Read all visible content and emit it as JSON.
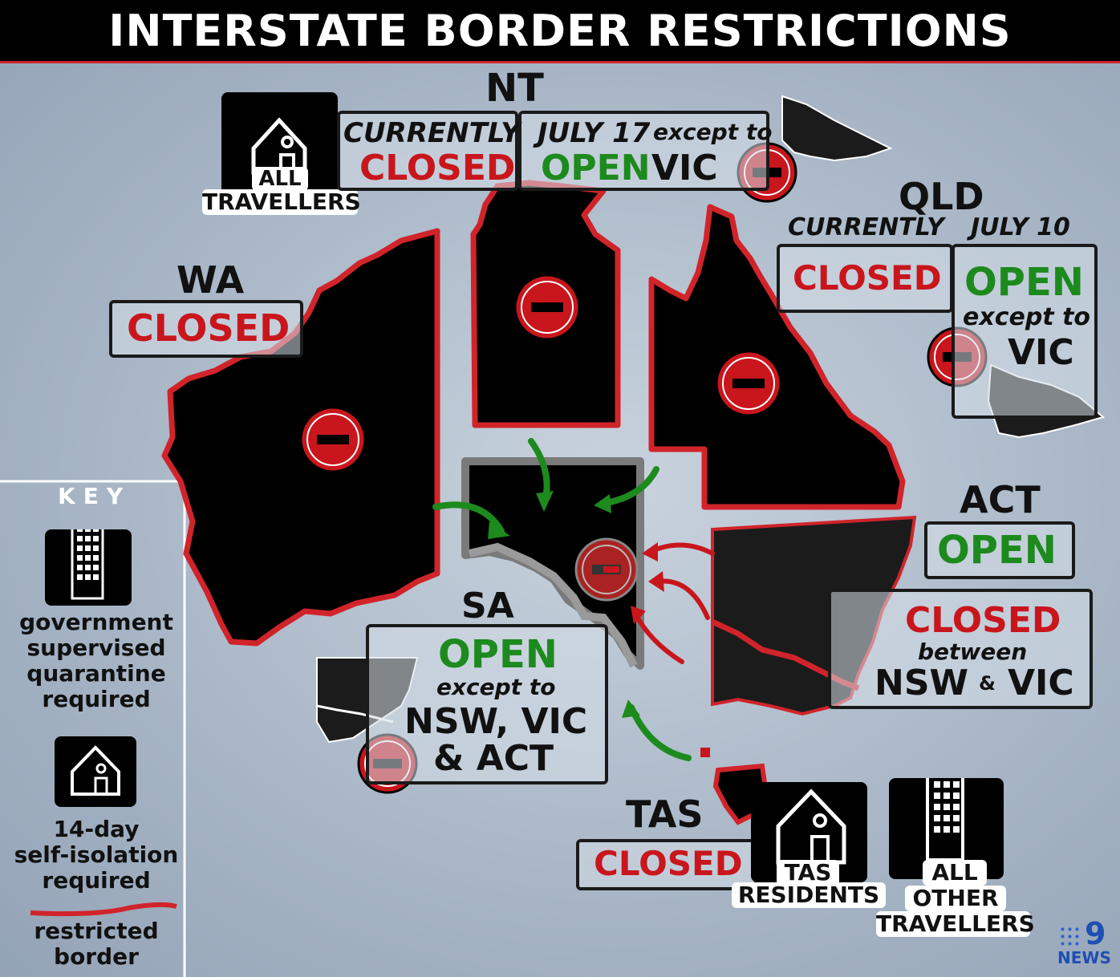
{
  "title": "INTERSTATE BORDER RESTRICTIONS",
  "colors": {
    "closed_red": "#c8161c",
    "open_green": "#1d8a1d",
    "state_fill": "#000000",
    "background": "#a9b7c7"
  },
  "nt": {
    "name": "NT",
    "currently_label": "CURRENTLY",
    "currently_status": "CLOSED",
    "future_date": "JULY 17",
    "future_status": "OPEN",
    "except_to": "except to",
    "except_state": "VIC",
    "icon_caption_line1": "ALL",
    "icon_caption_line2": "TRAVELLERS"
  },
  "qld": {
    "name": "QLD",
    "currently_label": "CURRENTLY",
    "future_date": "JULY 10",
    "currently_status": "CLOSED",
    "future_status": "OPEN",
    "except_to": "except to",
    "except_state": "VIC"
  },
  "wa": {
    "name": "WA",
    "status": "CLOSED"
  },
  "sa": {
    "name": "SA",
    "status": "OPEN",
    "except_to": "except to",
    "except_states_line1": "NSW, VIC",
    "except_states_line2": "& ACT"
  },
  "act": {
    "name": "ACT",
    "status": "OPEN"
  },
  "nsw_vic": {
    "status": "CLOSED",
    "between": "between",
    "state_a": "NSW",
    "ampersand": "&",
    "state_b": "VIC"
  },
  "tas": {
    "name": "TAS",
    "status": "CLOSED",
    "residents_line1": "TAS",
    "residents_line2": "RESIDENTS",
    "others_line1": "ALL",
    "others_line2": "OTHER",
    "others_line3": "TRAVELLERS"
  },
  "key": {
    "heading": "KEY",
    "quarantine_line1": "government",
    "quarantine_line2": "supervised",
    "quarantine_line3": "quarantine",
    "quarantine_line4": "required",
    "isolation_line1": "14-day",
    "isolation_line2": "self-isolation",
    "isolation_line3": "required",
    "border_line1": "restricted",
    "border_line2": "border",
    "icons": [
      "hotel-building-icon",
      "home-person-icon",
      "red-line-icon"
    ]
  },
  "logo": {
    "text": "NEWS",
    "numeral": "9"
  }
}
